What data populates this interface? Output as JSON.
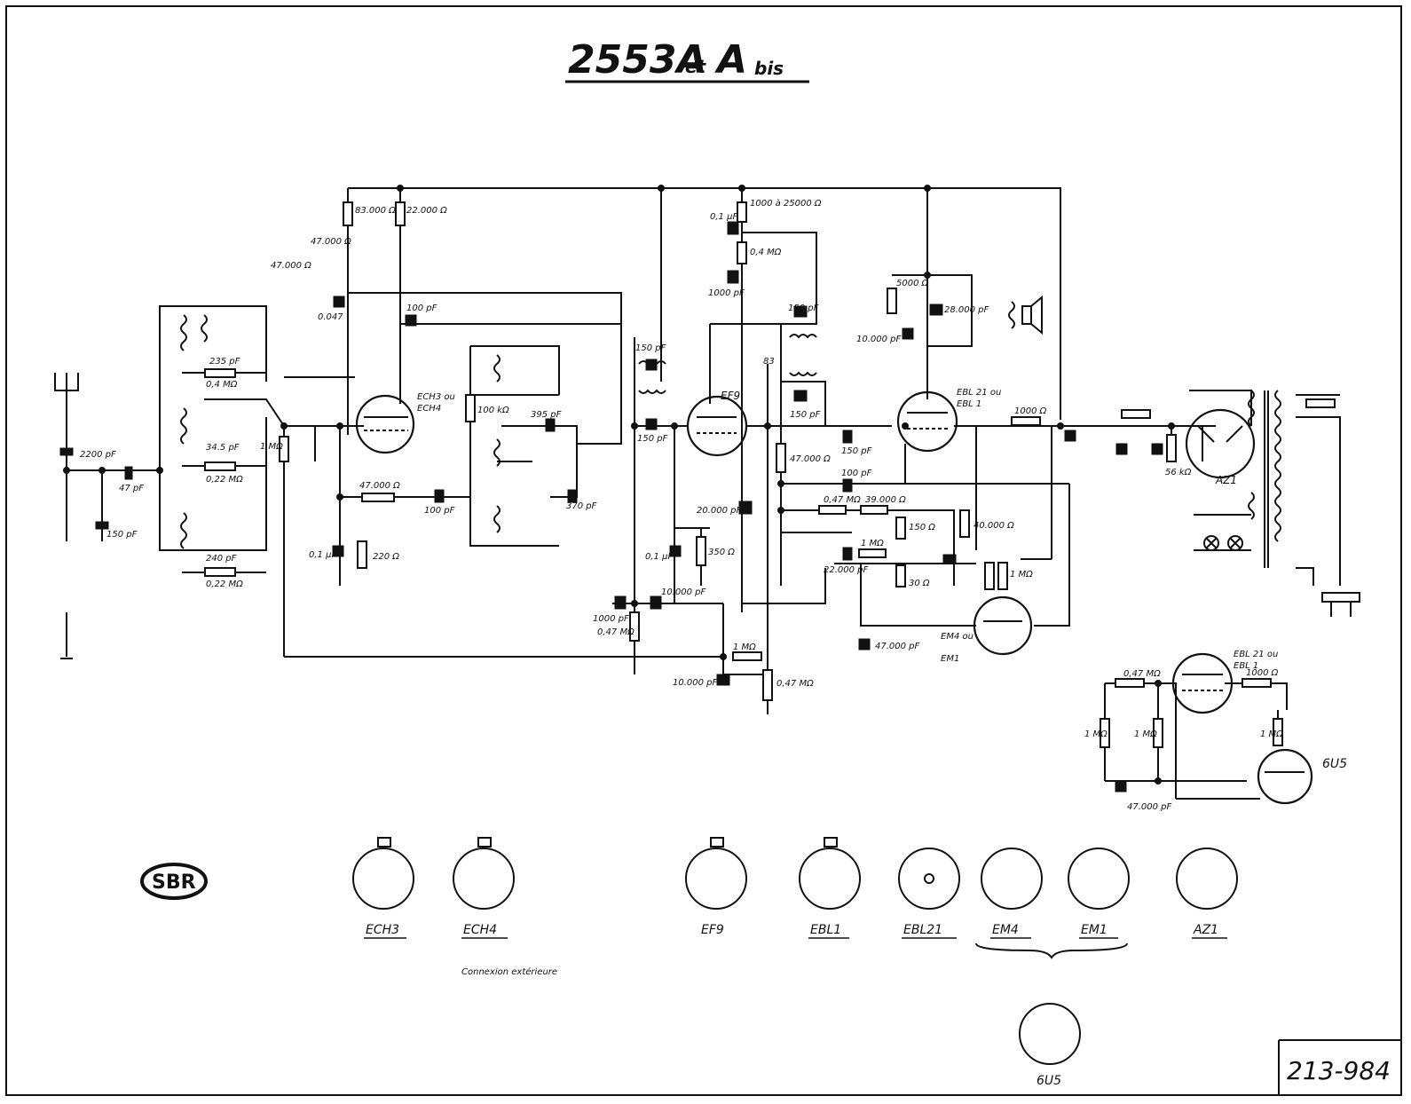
{
  "title": {
    "model": "2553A",
    "conj": "et",
    "model2": "A",
    "suffix": "bis"
  },
  "drawing_number": "213-984",
  "logo": "SBR",
  "tubes": {
    "ech": [
      "ECH3 ou",
      "ECH4"
    ],
    "ef9": "EF9",
    "ebl": [
      "EBL 21 ou",
      "EBL 1"
    ],
    "em": [
      "EM4 ou",
      "EM1"
    ],
    "az1": "AZ1",
    "ebl_b": [
      "EBL 21 ou",
      "EBL 1"
    ],
    "u5": "6U5"
  },
  "components": {
    "r_83k": "83.000 Ω",
    "r_22k": "22.000 Ω",
    "r_47k_a": "47.000 Ω",
    "r_47k_b": "47.000 Ω",
    "c_0047": "0.047",
    "c_100pf_a": "100 pF",
    "c_2200": "2200 pF",
    "c_47pf": "47 pF",
    "c_150pf": "150 pF",
    "r_04m": "0,4 MΩ",
    "c_235": "235 pF",
    "c_345": "34.5 pF",
    "r_022m_a": "0,22 MΩ",
    "c_240": "240 pF",
    "r_022m_b": "0,22 MΩ",
    "r_1m_a": "1 MΩ",
    "r_47000": "47.000 Ω",
    "c_100pf_b": "100 pF",
    "c_01": "0,1 µF",
    "r_220": "220 Ω",
    "r_100k": "100 kΩ",
    "c_395": "395 pF",
    "c_370": "370 pF",
    "c_150pf_b": "150 pF",
    "c_150pf_c": "150 pF",
    "r_1000_25000": "1000 à 25000 Ω",
    "c_01_b": "0,1 µF",
    "r_04m_b": "0,4 MΩ",
    "c_1000pf": "1000 pF",
    "c_150pf_d": "150 pF",
    "r_83": "83",
    "c_150pf_e": "150 pF",
    "c_20000": "20.000 pF",
    "c_01_c": "0,1 µF",
    "r_350": "350 Ω",
    "c_10000": "10.000 pF",
    "c_1000pf_b": "1000 pF",
    "r_047m": "0,47 MΩ",
    "r_1m_b": "1 MΩ",
    "c_10000_b": "10.000 pF",
    "r_047m_b": "0,47 MΩ",
    "r_5000": "5000 Ω",
    "c_10000_c": "10.000 pF",
    "c_28000": "28.000 pF",
    "c_150pf_f": "150 pF",
    "r_47000_b": "47.000 Ω",
    "c_100pf_c": "100 pF",
    "r_047m_c": "0,47 MΩ",
    "r_39000": "39.000 Ω",
    "r_1m_c": "1 MΩ",
    "c_22000": "22.000 pF",
    "r_150": "150 Ω",
    "r_30": "30 Ω",
    "r_40000": "40.000 Ω",
    "r_1m_d": "1 MΩ",
    "c_47000": "47.000 pF",
    "r_1000": "1000 Ω",
    "r_56k": "56 kΩ",
    "r_047m_d": "0,47 MΩ",
    "r_1m_e": "1 MΩ",
    "r_1m_f": "1 MΩ",
    "r_1000_b": "1000 Ω",
    "r_1m_g": "1 MΩ",
    "c_47000_b": "47.000 pF"
  },
  "sockets": [
    "ECH3",
    "ECH4",
    "EF9",
    "EBL1",
    "EBL21",
    "EM4",
    "EM1",
    "AZ1",
    "6U5"
  ],
  "socket_note": "Connexion extérieure"
}
